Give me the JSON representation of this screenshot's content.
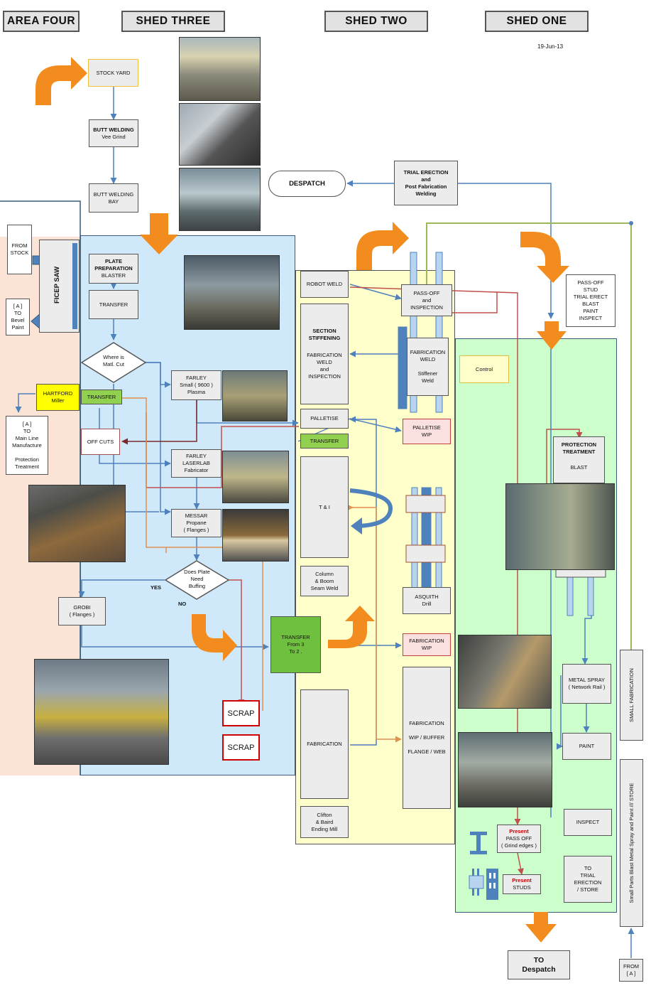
{
  "date": "19-Jun-13",
  "headers": {
    "area_four": "AREA FOUR",
    "shed_three": "SHED THREE",
    "shed_two": "SHED TWO",
    "shed_one": "SHED ONE"
  },
  "area4": {
    "from_stock": "FROM\nSTOCK",
    "ficep_saw": "FICEP SAW",
    "to_bevel_paint": "[ A ]\nTO\nBevel\nPaint",
    "hartford_miller": "HARTFORD\nMiller",
    "to_main_line": "[ A ]\nTO\nMain Line\nManufacture\n\nProtection\nTreatment",
    "grobi": "GROBI\n( Flanges )"
  },
  "shed3": {
    "stock_yard": "STOCK YARD",
    "butt_welding_vee_title": "BUTT WELDING",
    "butt_welding_vee_sub": "Vee Grind",
    "butt_welding_bay": "BUTT WELDING\nBAY",
    "plate_prep_title": "PLATE\nPREPARATION",
    "plate_prep_sub": "BLASTER",
    "transfer": "TRANSFER",
    "where_is_matl_cut": "Where is\nMatl. Cut",
    "farley_plasma": "FARLEY\nSmall ( 9600 )\nPlasma",
    "transfer_green": "TRANSFER",
    "off_cuts": "OFF CUTS",
    "farley_laserlab": "FARLEY\nLASERLAB\nFabricator",
    "messar": "MESSAR\nPropane\n( Flanges )",
    "does_plate_need_buffing": "Does Plate\nNeed\nBuffing",
    "yes": "YES",
    "no": "NO",
    "transfer_3_to_2": "TRANSFER\nFrom 3\nTo 2   .",
    "scrap1": "SCRAP",
    "scrap2": "SCRAP"
  },
  "shed2": {
    "despatch": "DESPATCH",
    "trial_erection": "TRIAL ERECTION\nand\nPost Fabrication\nWelding",
    "robot_weld": "ROBOT WELD",
    "section_stiffening_title": "SECTION\nSTIFFENING",
    "section_stiffening_sub": "FABRICATION\nWELD\nand\nINSPECTION",
    "pass_off_inspection": "PASS-OFF\nand\nINSPECTION",
    "fabrication_weld": "FABRICATION\nWELD\n\nStiffener\nWeld",
    "palletise": "PALLETISE",
    "palletise_wip": "PALLETISE\nWIP",
    "transfer_green": "TRANSFER",
    "t_and_i": "T & I",
    "column_boom": "Column\n& Boom\nSeam Weld",
    "asquith_drill": "ASQUITH\nDrill",
    "fabrication_wip": "FABRICATION\nWIP",
    "fabrication": "FABRICATION",
    "fabrication_wip_buffer": "FABRICATION\n\nWIP / BUFFER\n\nFLANGE / WEB",
    "clifton_baird": "Clifton\n& Baird\nEnding Mill"
  },
  "shed1": {
    "pass_off_stud": "PASS-OFF\nSTUD\nTRIAL ERECT\nBLAST\nPAINT\nINSPECT",
    "control": "Control",
    "protection_title": "PROTECTION\nTREATMENT",
    "protection_sub": "BLAST",
    "metal_spray": "METAL SPRAY\n( Network Rail )",
    "paint": "PAINT",
    "inspect": "INSPECT",
    "to_trial_erection": "TO\nTRIAL\nERECTION\n/  STORE",
    "present_passoff_red": "Present",
    "present_passoff": "PASS OFF\n( Grind edges )",
    "present_studs_red": "Present",
    "present_studs": "STUDS",
    "small_fabrication": "SMALL  FABRICATION",
    "small_parts": "Small Parts Blast Metal Spray and Paint  ///  STORE",
    "from_a": "FROM\n[ A ]",
    "to_despatch": "TO\nDespatch"
  },
  "colors": {
    "area4_bg": "#fbe4d5",
    "shed3_bg": "#cfe9fa",
    "shed2_bg": "#ffffcc",
    "shed1_bg": "#ccffcc",
    "arrow_orange": "#f28c1e",
    "flow_blue": "#4f81bd",
    "flow_red": "#c0504d",
    "flow_green": "#9bbb59",
    "flow_orange": "#f0a060"
  }
}
